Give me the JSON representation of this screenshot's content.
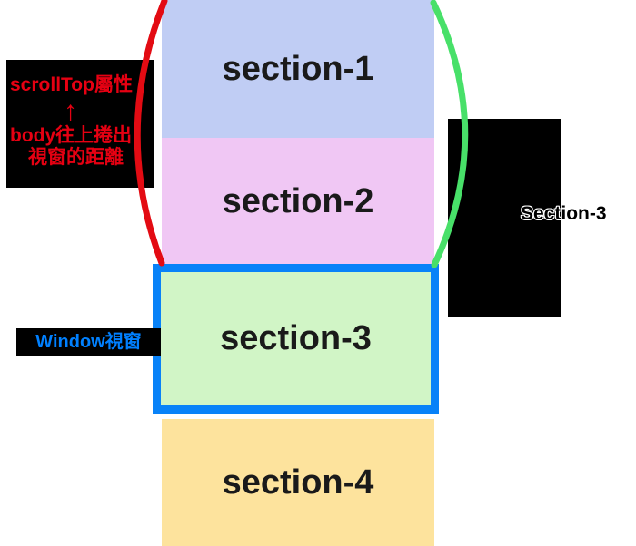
{
  "sections": [
    {
      "label": "section-1",
      "color": "#c0cdf4"
    },
    {
      "label": "section-2",
      "color": "#f0c7f4"
    },
    {
      "label": "section-3",
      "color": "#d1f5c6"
    },
    {
      "label": "section-4",
      "color": "#fde39d"
    }
  ],
  "window": {
    "border_color": "#0882f8"
  },
  "annotations": {
    "scrolltop": {
      "line1": "scrollTop屬性",
      "arrow_glyph": "↑",
      "line2": "body往上捲出",
      "line3": "視窗的距離",
      "text_color": "#e60012",
      "box_color": "#000000"
    },
    "window_label": {
      "text": "Window視窗",
      "text_color": "#0080ff",
      "box_color": "#000000"
    },
    "right_label": {
      "text": "Section-3",
      "text_color": "#000000",
      "outline_color": "#ffffff",
      "box_color": "#000000"
    }
  },
  "braces": {
    "left_color": "#e30b13",
    "right_color": "#48e069"
  }
}
